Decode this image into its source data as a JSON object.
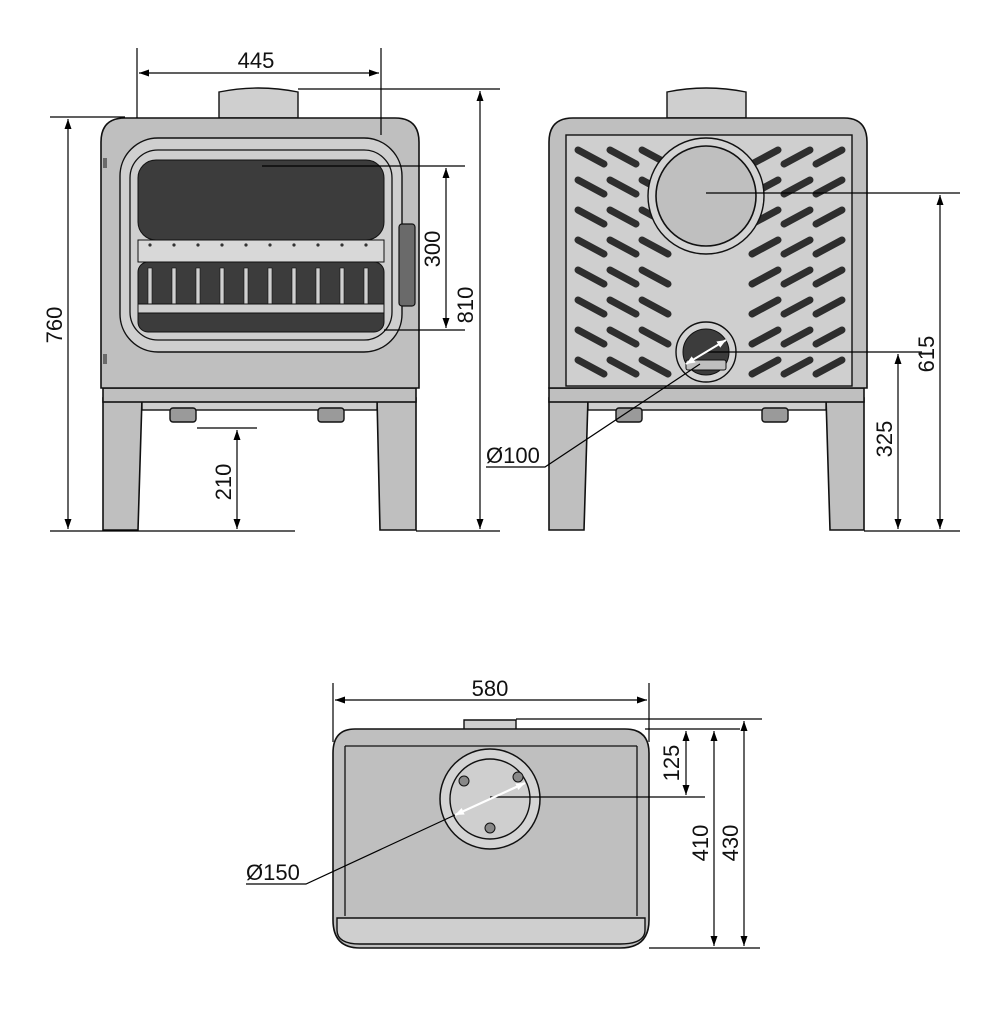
{
  "dimensions": {
    "front_width": "445",
    "height_760": "760",
    "height_810": "810",
    "glass_300": "300",
    "legs_210": "210",
    "back_615": "615",
    "back_325": "325",
    "air_inlet_back": "Ø100",
    "top_width_580": "580",
    "depth_125": "125",
    "depth_410": "410",
    "depth_430": "430",
    "flue_top": "Ø150"
  },
  "colors": {
    "body": "#bfbfbf",
    "outline": "#111111",
    "glass_dark": "#3c3c3c",
    "dimension_arrow": "#ffffff"
  }
}
